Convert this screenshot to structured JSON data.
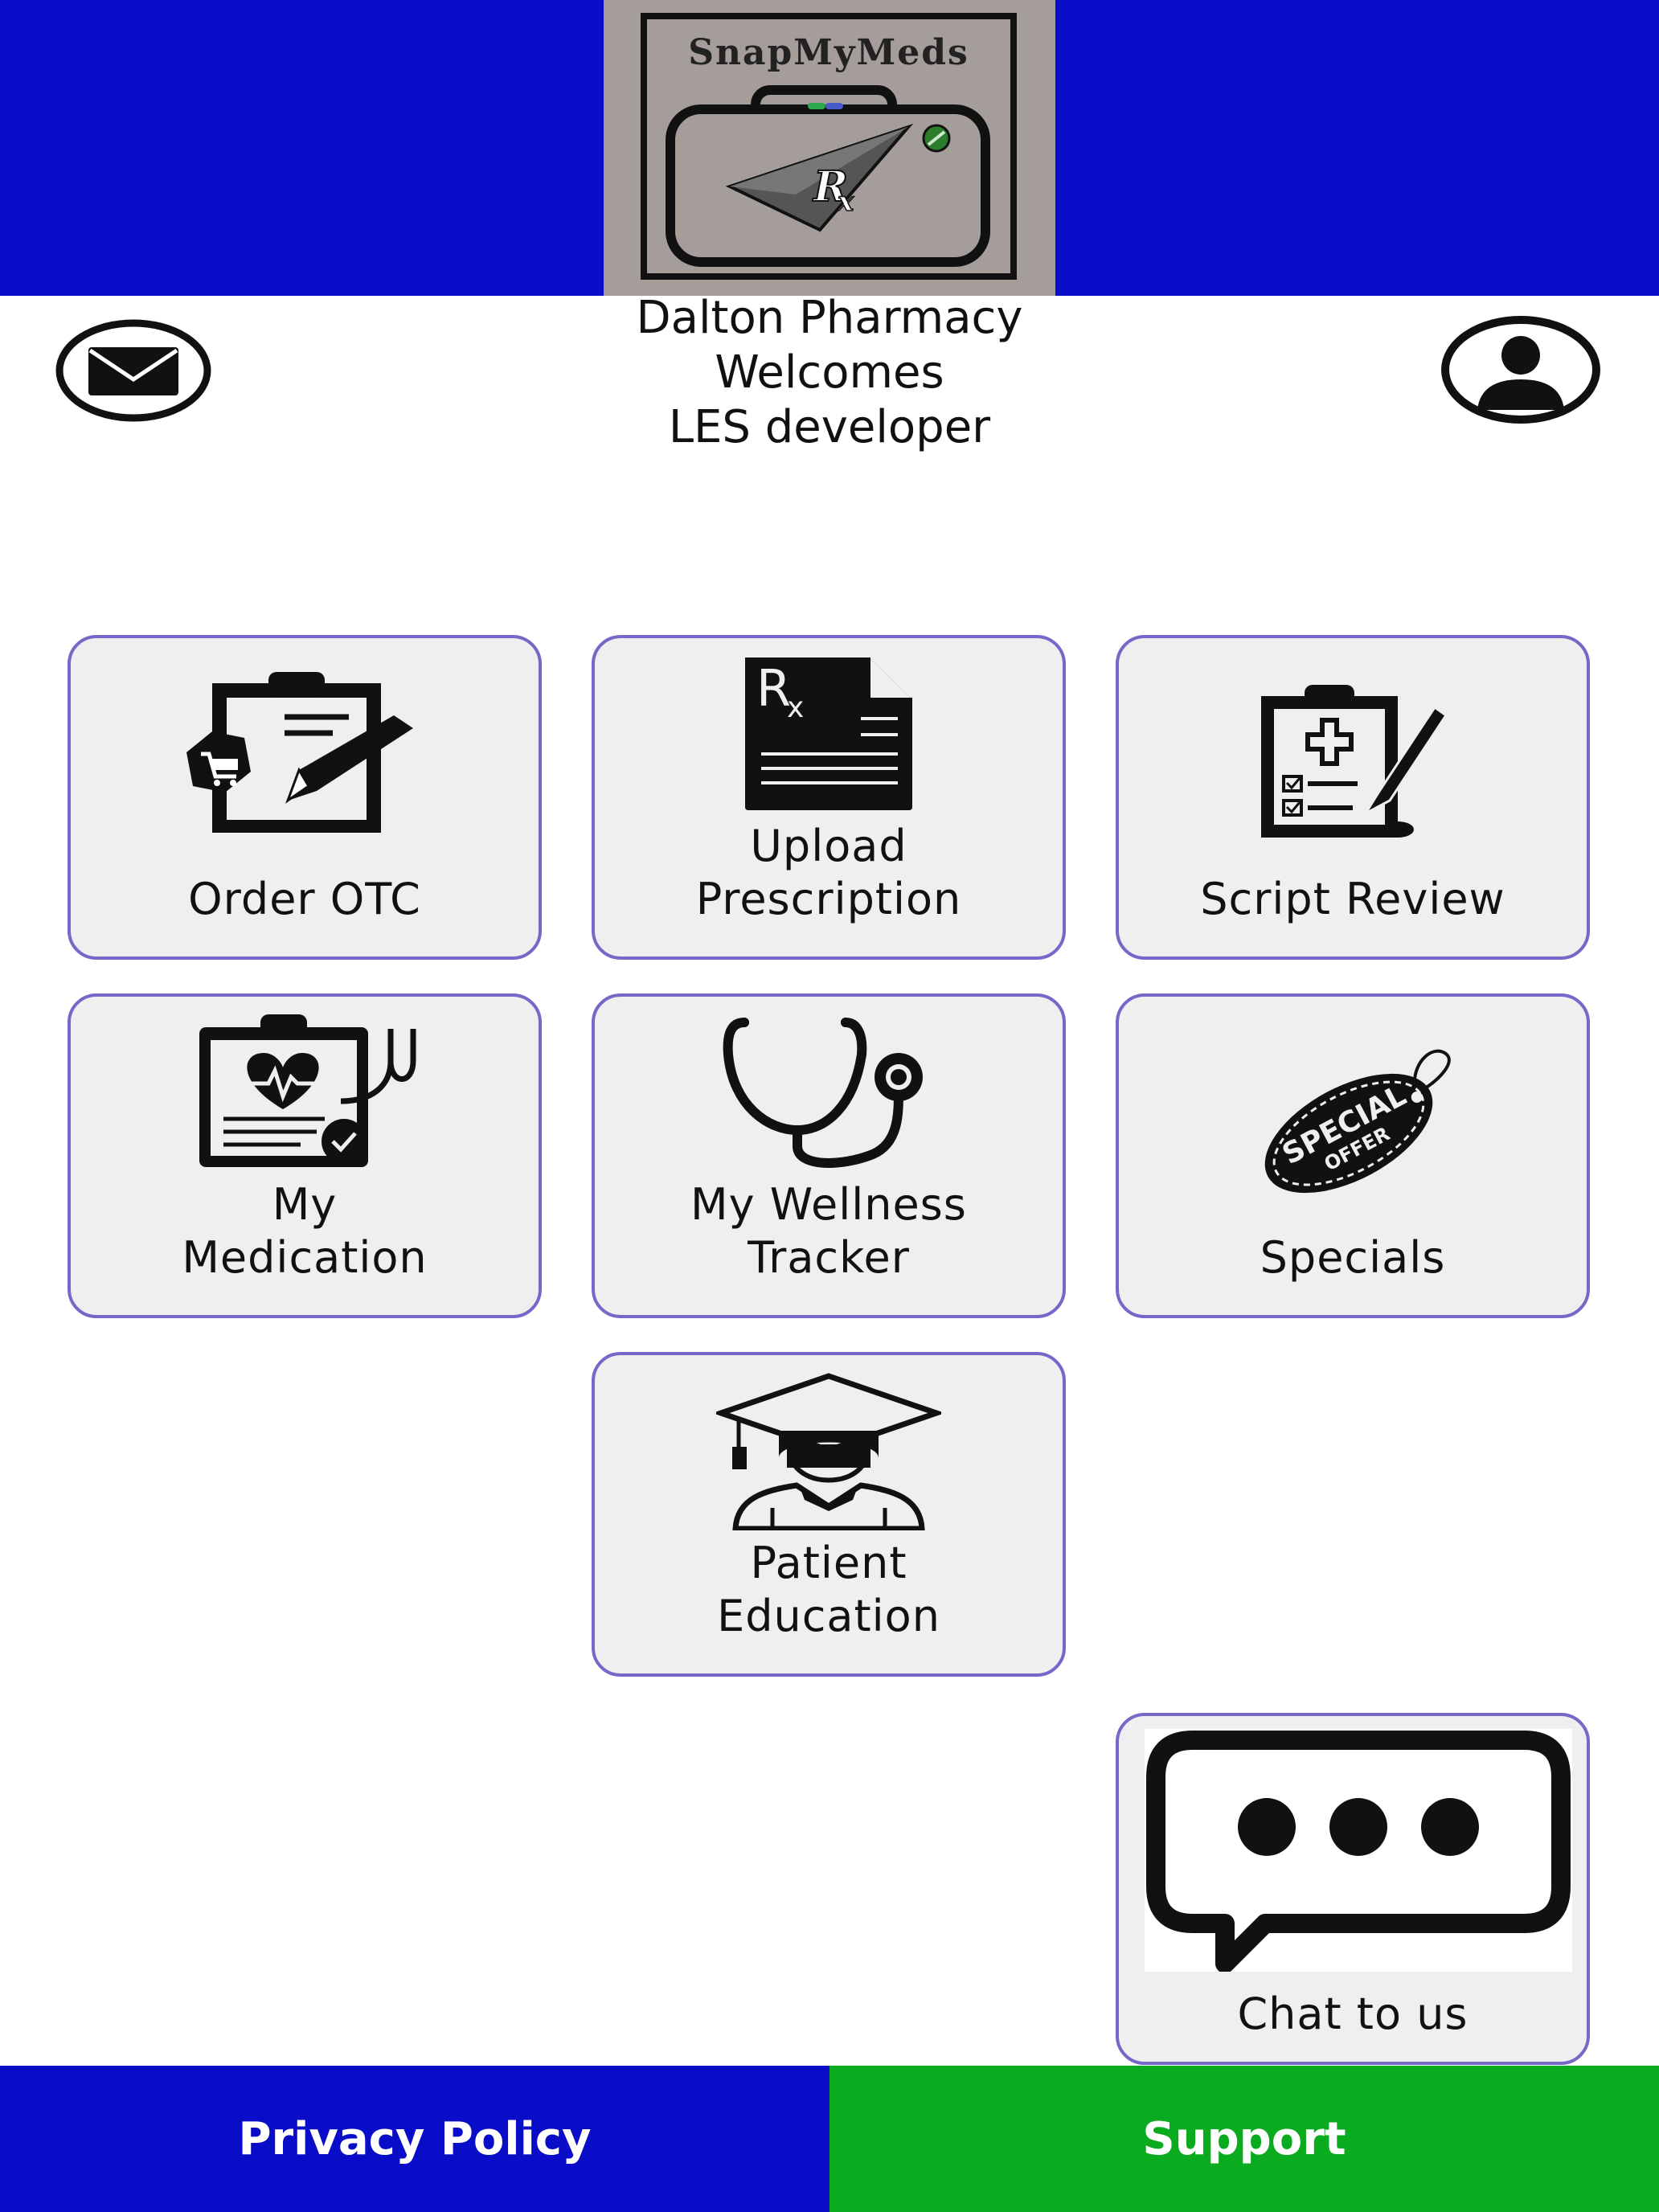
{
  "header": {
    "logo_text": "SnapMyMeds",
    "colors": {
      "bar": "#0a0dc8",
      "logo_bg": "#a59d9a"
    }
  },
  "welcome": {
    "line1": "Dalton Pharmacy",
    "line2": "Welcomes",
    "line3": "LES  developer"
  },
  "top_icons": {
    "mail": "mail-icon",
    "profile": "user-profile-icon"
  },
  "tiles": [
    {
      "id": "order-otc",
      "icon": "clipboard-cart-icon",
      "label_lines": [
        "Order OTC"
      ]
    },
    {
      "id": "upload-prescription",
      "icon": "rx-document-icon",
      "label_lines": [
        "Upload",
        "Prescription"
      ]
    },
    {
      "id": "script-review",
      "icon": "medical-clipboard-checklist-icon",
      "label_lines": [
        "Script Review"
      ]
    },
    {
      "id": "my-medication",
      "icon": "heart-clipboard-stethoscope-icon",
      "label_lines": [
        "My",
        "Medication"
      ]
    },
    {
      "id": "my-wellness-tracker",
      "icon": "stethoscope-icon",
      "label_lines": [
        "My Wellness",
        "Tracker"
      ]
    },
    {
      "id": "specials",
      "icon": "special-offer-tag-icon",
      "label_lines": [
        "Specials"
      ],
      "tag_lines": [
        "SPECIAL",
        "OFFER"
      ]
    },
    {
      "id": "patient-education",
      "icon": "graduate-icon",
      "label_lines": [
        "Patient",
        "Education"
      ]
    }
  ],
  "chat": {
    "icon": "chat-bubble-icon",
    "label": "Chat to us"
  },
  "footer": {
    "privacy_label": "Privacy Policy",
    "support_label": "Support",
    "colors": {
      "privacy": "#0a0dc8",
      "support": "#0aab1e"
    }
  },
  "tile_border_color": "#7469c9"
}
